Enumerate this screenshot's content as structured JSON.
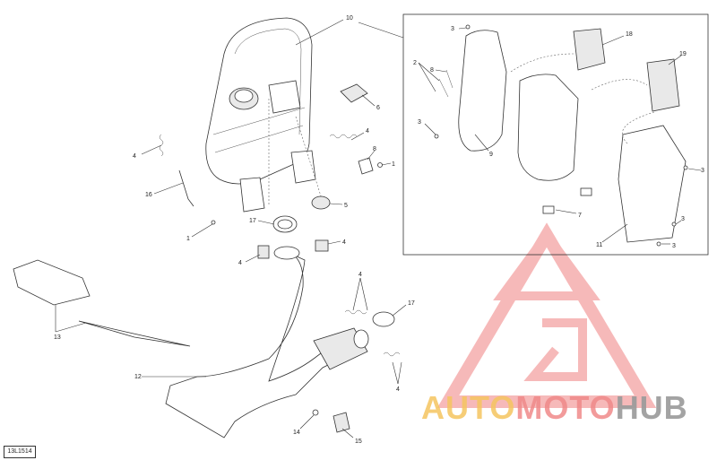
{
  "diagram": {
    "reference_code": "13L1514",
    "logo": {
      "part1": "AUTO",
      "part2": "MOTO",
      "part3": "HUB"
    },
    "callouts": [
      {
        "id": "c10",
        "label": "10"
      },
      {
        "id": "c6",
        "label": "6"
      },
      {
        "id": "c4a",
        "label": "4"
      },
      {
        "id": "c4b",
        "label": "4"
      },
      {
        "id": "c8a",
        "label": "8"
      },
      {
        "id": "c1a",
        "label": "1"
      },
      {
        "id": "c5",
        "label": "5"
      },
      {
        "id": "c16",
        "label": "16"
      },
      {
        "id": "c17a",
        "label": "17"
      },
      {
        "id": "c1b",
        "label": "1"
      },
      {
        "id": "c4c",
        "label": "4"
      },
      {
        "id": "c4d",
        "label": "4"
      },
      {
        "id": "c13",
        "label": "13"
      },
      {
        "id": "c4e",
        "label": "4"
      },
      {
        "id": "c17b",
        "label": "17"
      },
      {
        "id": "c12",
        "label": "12"
      },
      {
        "id": "c4f",
        "label": "4"
      },
      {
        "id": "c14",
        "label": "14"
      },
      {
        "id": "c15",
        "label": "15"
      },
      {
        "id": "c3a",
        "label": "3"
      },
      {
        "id": "c2",
        "label": "2"
      },
      {
        "id": "c8b",
        "label": "8"
      },
      {
        "id": "c3b",
        "label": "3"
      },
      {
        "id": "c9",
        "label": "9"
      },
      {
        "id": "c18",
        "label": "18"
      },
      {
        "id": "c19",
        "label": "19"
      },
      {
        "id": "c3c",
        "label": "3"
      },
      {
        "id": "c7",
        "label": "7"
      },
      {
        "id": "c3d",
        "label": "3"
      },
      {
        "id": "c11",
        "label": "11"
      },
      {
        "id": "c3e",
        "label": "3"
      }
    ]
  }
}
